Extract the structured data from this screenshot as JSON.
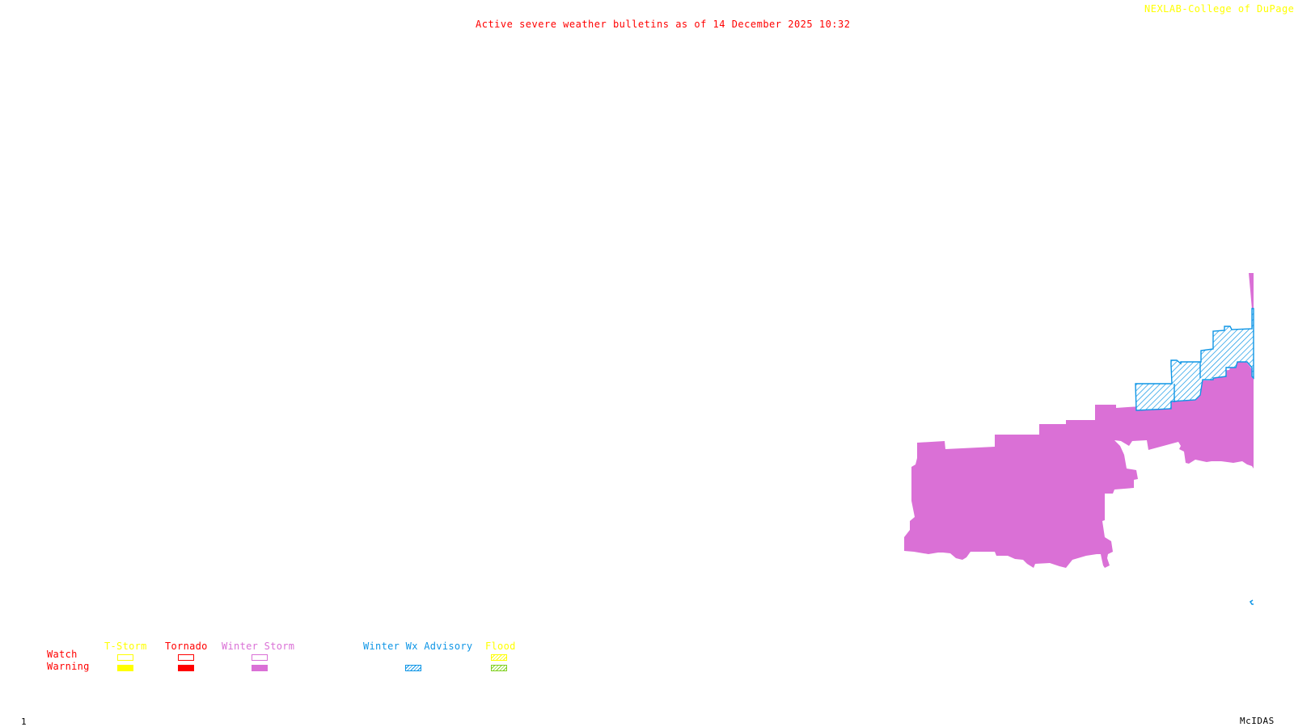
{
  "header": {
    "title": "Active severe weather bulletins as of 14 December 2025 10:32",
    "credit": "NEXLAB-College of DuPage",
    "credit_icon": "cursor-arrow-icon"
  },
  "footer": {
    "frame_number": "1",
    "software": "McIDAS"
  },
  "colors": {
    "title": "#ff0000",
    "credit": "#ffff00",
    "tstorm": "#ffff00",
    "tornado": "#ff0000",
    "winter_storm": "#da70d6",
    "winter_wx_advisory": "#0f96e6",
    "flood_watch": "#ffff00",
    "flood_warning": "#80d020"
  },
  "legend": {
    "row_labels": {
      "watch": "Watch",
      "warning": "Warning"
    },
    "categories": [
      {
        "name": "T-Storm",
        "watch": "outline",
        "warning": "solid"
      },
      {
        "name": "Tornado",
        "watch": "outline",
        "warning": "solid"
      },
      {
        "name": "Winter Storm",
        "watch": "outline",
        "warning": "solid"
      },
      {
        "name": "Winter Wx Advisory",
        "watch": "none",
        "warning": "hatched"
      },
      {
        "name": "Flood",
        "watch": "hatched",
        "warning": "hatched"
      }
    ]
  },
  "map": {
    "active_areas": [
      {
        "type": "Winter Storm Warning",
        "region": "eastern-edge-large"
      },
      {
        "type": "Winter Wx Advisory",
        "region": "northeast-stepped"
      },
      {
        "type": "Winter Storm Warning",
        "region": "northeast-sliver"
      }
    ]
  }
}
